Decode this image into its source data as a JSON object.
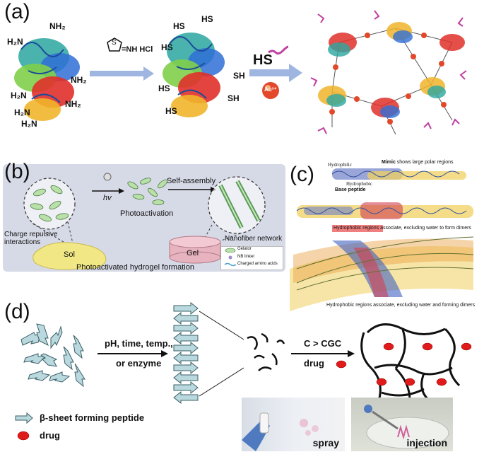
{
  "figure": {
    "panel_labels": {
      "a": "(a)",
      "b": "(b)",
      "c": "(c)",
      "d": "(d)"
    },
    "panel_a": {
      "amine_labels": [
        "H₂N",
        "NH₂",
        "H₂N",
        "NH₂",
        "H₂N",
        "NH₂",
        "H₂N"
      ],
      "reagent_ring_atom": "S",
      "reagent_label": "=NH HCl",
      "thiol_labels": [
        "HS",
        "HS",
        "HS",
        "SH",
        "HS",
        "SH",
        "HS"
      ],
      "arrow2_label": "HS",
      "ion_label": "Au³⁺"
    },
    "panel_b": {
      "hv_label": "hv",
      "self_assembly": "Self-assembly",
      "charge_repulsive": "Charge repulsive\ninteractions",
      "photoactivation": "Photoactivation",
      "nanofiber_network": "Nanofiber network",
      "sol": "Sol",
      "gel": "Gel",
      "caption": "Photoactivated hydrogel formation",
      "legend": [
        "Gelator",
        "NB linker",
        "Charged amino acids"
      ]
    },
    "panel_c": {
      "hydrophilic": "Hydrophilic",
      "hydrophobic": "Hydrophobic",
      "mimic_bold": "Mimic",
      "mimic_rest": " shows large polar regions",
      "base_peptide": "Base peptide",
      "hydrophobic_regions": "Hydrophobic regions",
      "associate_dimers": " associate, excluding water to form dimers",
      "bottom_caption": "Hydrophobic regions associate, excluding water and forming dimers"
    },
    "panel_d": {
      "conditions_line1": "pH, time, temp.,",
      "conditions_line2": "or enzyme",
      "cgc": "C > CGC",
      "drug_arrow": "drug",
      "legend_peptide": "β-sheet forming peptide",
      "legend_drug": "drug",
      "photo_spray": "spray",
      "photo_injection": "injection"
    },
    "colors": {
      "arrow_blue": "#9fb6e0",
      "peptide_fill": "#b9d9de",
      "drug_red": "#e01b1b",
      "panel_b_bg": "#d6d9e6",
      "sol_yellow": "#f1e784",
      "gel_pink": "#e7b3bf",
      "hydrophobic_highlight": "#f08080"
    }
  }
}
